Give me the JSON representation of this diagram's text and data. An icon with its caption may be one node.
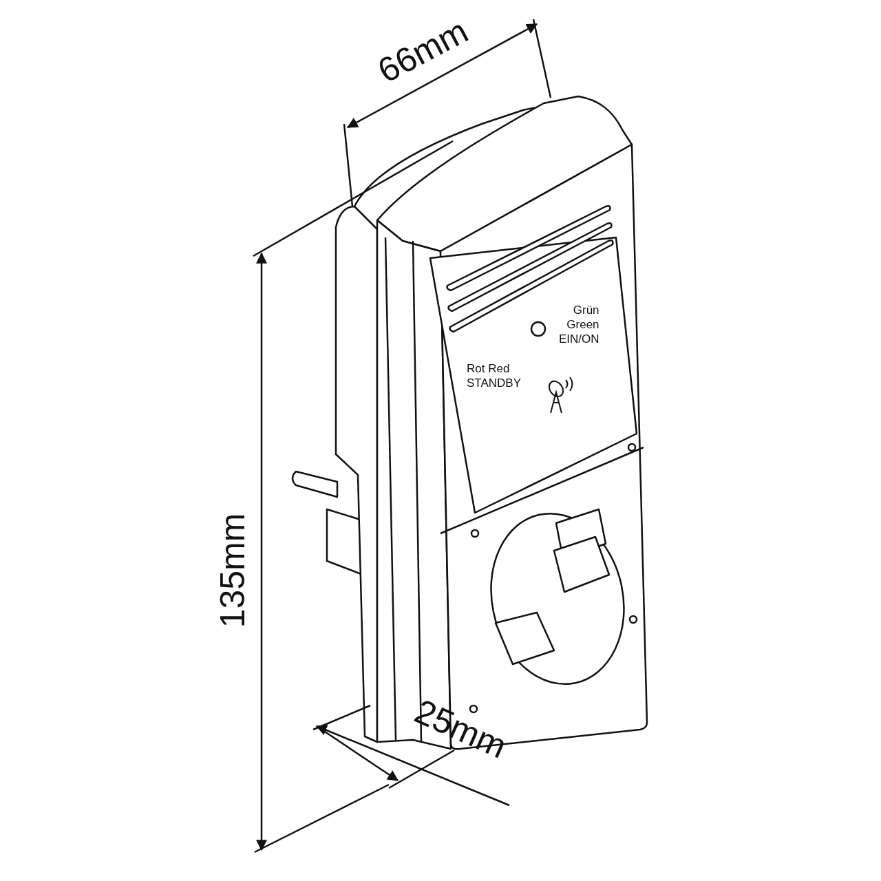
{
  "diagram": {
    "labels": [
      "66mm",
      "Grün Green EIN/ON",
      "Rot Red STANDBY",
      "135mm",
      "25mm"
    ]
  }
}
